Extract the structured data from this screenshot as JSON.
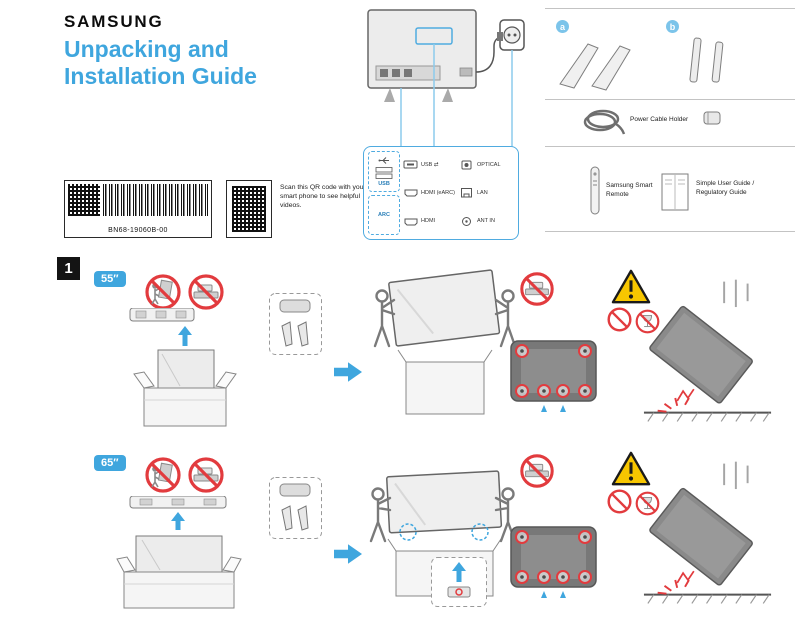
{
  "header": {
    "logo": "SAMSUNG",
    "title_line1": "Unpacking and",
    "title_line2": "Installation Guide"
  },
  "label_block": {
    "barcode_text": "BN68-19060B-00",
    "qr_note": "Scan this QR code with your smart phone to see helpful videos."
  },
  "ports_panel": {
    "usb_group_label": "USB",
    "arc_group_label": "ARC",
    "items": [
      {
        "label": "USB ⇄"
      },
      {
        "label": "HDMI (eARC)"
      },
      {
        "label": "HDMI"
      },
      {
        "label": "OPTICAL"
      },
      {
        "label": "LAN"
      },
      {
        "label": "ANT IN"
      }
    ]
  },
  "parts_list": {
    "item_a": "a",
    "item_b": "b",
    "cable_holder": "Power Cable Holder",
    "remote": "Samsung Smart Remote",
    "guides": "Simple User Guide / Regulatory Guide"
  },
  "install": {
    "step_number": "1",
    "size_55": "55″",
    "size_65": "65″"
  },
  "colors": {
    "accent_blue": "#3FA6DE",
    "alert_red": "#E23B3E",
    "caution_yellow": "#F7C600"
  }
}
